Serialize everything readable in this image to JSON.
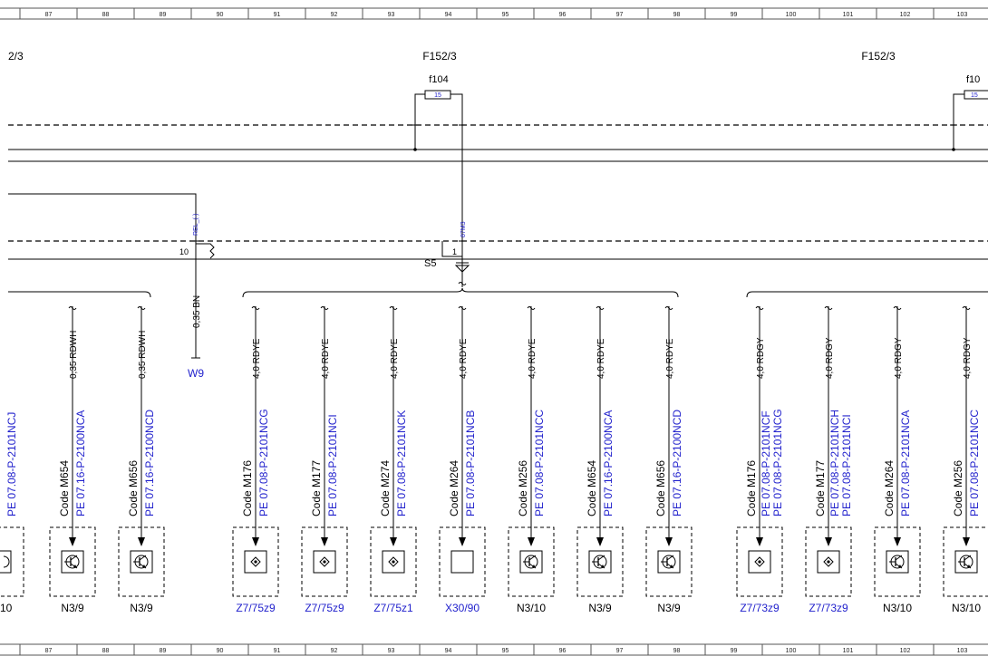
{
  "ruler": {
    "columns": [
      "87",
      "88",
      "89",
      "90",
      "91",
      "92",
      "93",
      "94",
      "95",
      "96",
      "97",
      "98",
      "99",
      "100",
      "101",
      "102",
      "103"
    ]
  },
  "top": {
    "left_ref": "2/3",
    "fuse_group_1": "F152/3",
    "fuse_1_name": "f104",
    "fuse_1_rating": "15",
    "fuse_group_2": "F152/3",
    "fuse_2_name": "f10",
    "fuse_2_rating": "15"
  },
  "relay": {
    "label": "REL_(-)",
    "pin": "10",
    "wire": "0,35 BN",
    "dest": "W9"
  },
  "splice": {
    "name": "S5",
    "pin": "1",
    "label": "87M3"
  },
  "branches": [
    {
      "wire": "",
      "code": "",
      "pe": [
        "PE 07.08-P-2101NCJ"
      ],
      "comp": "10",
      "comp_blue": false,
      "symbol": "partial"
    },
    {
      "wire": "0,35 RDWH",
      "code": "Code M654",
      "pe": [
        "PE 07.16-P-2100NCA"
      ],
      "comp": "N3/9",
      "comp_blue": false,
      "symbol": "transistor"
    },
    {
      "wire": "0,35 RDWH",
      "code": "Code M656",
      "pe": [
        "PE 07.16-P-2100NCD"
      ],
      "comp": "N3/9",
      "comp_blue": false,
      "symbol": "transistor"
    },
    {
      "wire": "4,0 RDYE",
      "code": "Code M176",
      "pe": [
        "PE 07.08-P-2101NCG"
      ],
      "comp": "Z7/75z9",
      "comp_blue": true,
      "symbol": "connector"
    },
    {
      "wire": "4,0 RDYE",
      "code": "Code M177",
      "pe": [
        "PE 07.08-P-2101NCI"
      ],
      "comp": "Z7/75z9",
      "comp_blue": true,
      "symbol": "connector"
    },
    {
      "wire": "4,0 RDYE",
      "code": "Code M274",
      "pe": [
        "PE 07.08-P-2101NCK"
      ],
      "comp": "Z7/75z1",
      "comp_blue": true,
      "symbol": "connector"
    },
    {
      "wire": "4,0 RDYE",
      "code": "Code M264",
      "pe": [
        "PE 07.08-P-2101NCB"
      ],
      "comp": "X30/90",
      "comp_blue": true,
      "symbol": "empty"
    },
    {
      "wire": "4,0 RDYE",
      "code": "Code M256",
      "pe": [
        "PE 07.08-P-2101NCC"
      ],
      "comp": "N3/10",
      "comp_blue": false,
      "symbol": "transistor"
    },
    {
      "wire": "4,0 RDYE",
      "code": "Code M654",
      "pe": [
        "PE 07.16-P-2100NCA"
      ],
      "comp": "N3/9",
      "comp_blue": false,
      "symbol": "transistor"
    },
    {
      "wire": "4,0 RDYE",
      "code": "Code M656",
      "pe": [
        "PE 07.16-P-2100NCD"
      ],
      "comp": "N3/9",
      "comp_blue": false,
      "symbol": "transistor"
    },
    {
      "wire": "4,0 RDGY",
      "code": "Code M176",
      "pe": [
        "PE 07.08-P-2101NCF",
        "PE 07.08-P-2101NCG"
      ],
      "comp": "Z7/73z9",
      "comp_blue": true,
      "symbol": "connector"
    },
    {
      "wire": "4,0 RDGY",
      "code": "Code M177",
      "pe": [
        "PE 07.08-P-2101NCH",
        "PE 07.08-P-2101NCI"
      ],
      "comp": "Z7/73z9",
      "comp_blue": true,
      "symbol": "connector"
    },
    {
      "wire": "4,0 RDGY",
      "code": "Code M264",
      "pe": [
        "PE 07.08-P-2101NCA"
      ],
      "comp": "N3/10",
      "comp_blue": false,
      "symbol": "transistor"
    },
    {
      "wire": "4,0 RDGY",
      "code": "Code M256",
      "pe": [
        "PE 07.08-P-2101NCC"
      ],
      "comp": "N3/10",
      "comp_blue": false,
      "symbol": "transistor"
    }
  ]
}
